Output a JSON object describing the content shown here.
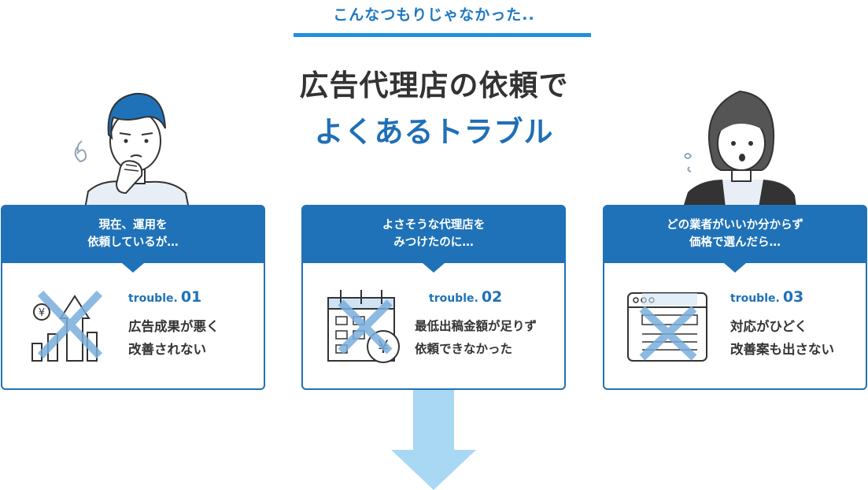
{
  "header": {
    "eyebrow": "こんなつもりじゃなかった..",
    "title_line1": "広告代理店の依頼で",
    "title_line2": "よくあるトラブル"
  },
  "cards": [
    {
      "head_line1": "現在、運用を",
      "head_line2": "依頼しているが…",
      "trouble_word": "trouble.",
      "trouble_num": "01",
      "desc_line1": "広告成果が悪く",
      "desc_line2": "改善されない",
      "icon": "chart-up-arrow-icon"
    },
    {
      "head_line1": "よさそうな代理店を",
      "head_line2": "みつけたのに…",
      "trouble_word": "trouble.",
      "trouble_num": "02",
      "desc_line1": "最低出稿金額が足りず",
      "desc_line2": "依頼できなかった",
      "icon": "calendar-yen-icon"
    },
    {
      "head_line1": "どの業者がいいか分からず",
      "head_line2": "価格で選んだら…",
      "trouble_word": "trouble.",
      "trouble_num": "03",
      "desc_line1": "対応がひどく",
      "desc_line2": "改善案も出さない",
      "icon": "browser-window-icon"
    }
  ],
  "colors": {
    "primary": "#1f72b8",
    "accent_line": "#1f8fe0",
    "cross": "#7aaedc",
    "arrow": "#a9d8f5"
  },
  "currency_symbol": "¥"
}
